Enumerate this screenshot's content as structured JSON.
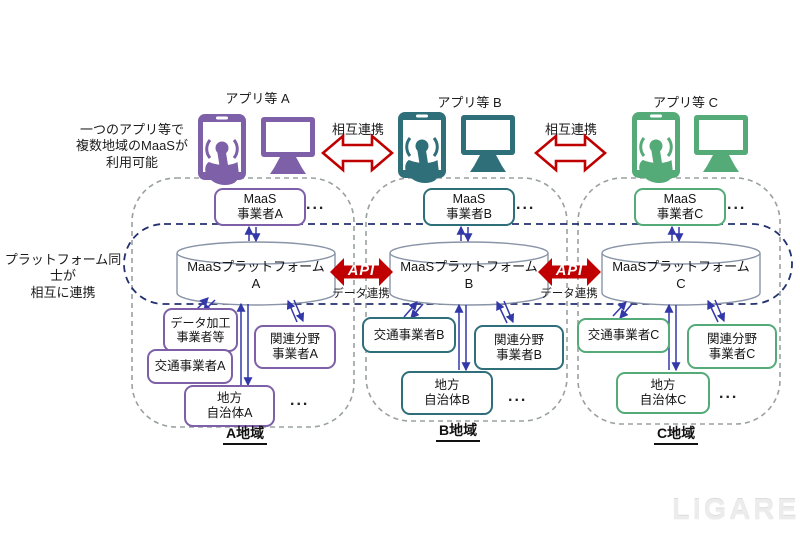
{
  "notes": {
    "multi_region": "一つのアプリ等で\n複数地域のMaaSが\n利用可能",
    "platform_coop": "プラットフォーム同士が\n相互に連携"
  },
  "connectors": {
    "mutual": "相互連携",
    "api": "API",
    "data_link": "データ連携",
    "ellipsis": "..."
  },
  "regions": {
    "a": {
      "app_label": "アプリ等 A",
      "operator": "MaaS\n事業者A",
      "platform": "MaaSプラットフォーム\nA",
      "region_label": "A地域",
      "boxes": {
        "data_processor": "データ加工\n事業者等",
        "transport": "交通事業者A",
        "related": "関連分野\n事業者A",
        "municipality": "地方\n自治体A"
      }
    },
    "b": {
      "app_label": "アプリ等 B",
      "operator": "MaaS\n事業者B",
      "platform": "MaaSプラットフォーム\nB",
      "region_label": "B地域",
      "boxes": {
        "transport": "交通事業者B",
        "related": "関連分野\n事業者B",
        "municipality": "地方\n自治体B"
      }
    },
    "c": {
      "app_label": "アプリ等 C",
      "operator": "MaaS\n事業者C",
      "platform": "MaaSプラットフォーム\nC",
      "region_label": "C地域",
      "boxes": {
        "transport": "交通事業者C",
        "related": "関連分野\n事業者C",
        "municipality": "地方\n自治体C"
      }
    }
  },
  "watermark": "LIGARE",
  "colors": {
    "purple": "#7d60a8",
    "teal": "#2e6f7a",
    "green": "#55ab77",
    "red": "#c00000",
    "navy_arrow": "#3238a8",
    "band_navy": "#23306e",
    "region_dash": "#9aa0a0"
  }
}
